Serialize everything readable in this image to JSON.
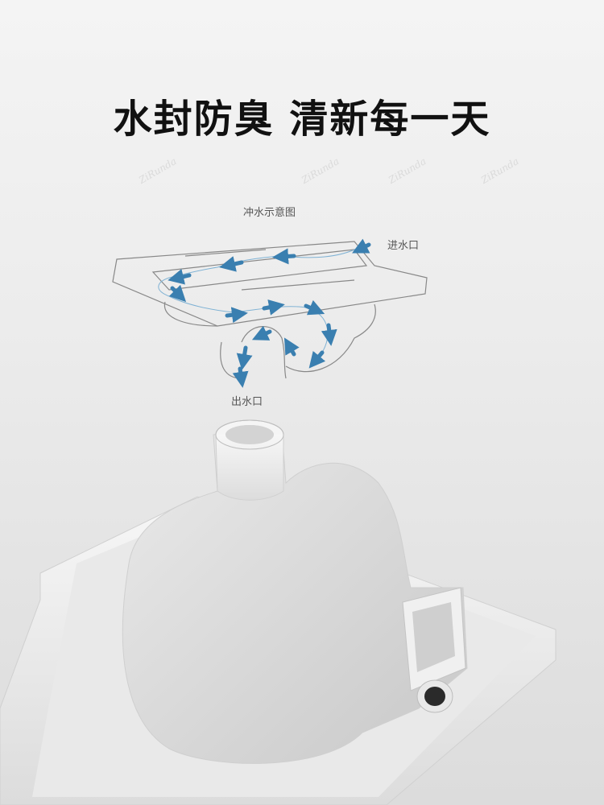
{
  "headline": "水封防臭 清新每一天",
  "diagram": {
    "title": "冲水示意图",
    "inlet_label": "进水口",
    "outlet_label": "出水口",
    "flow_color": "#3a7fb0"
  },
  "watermark": "ZiRunda"
}
